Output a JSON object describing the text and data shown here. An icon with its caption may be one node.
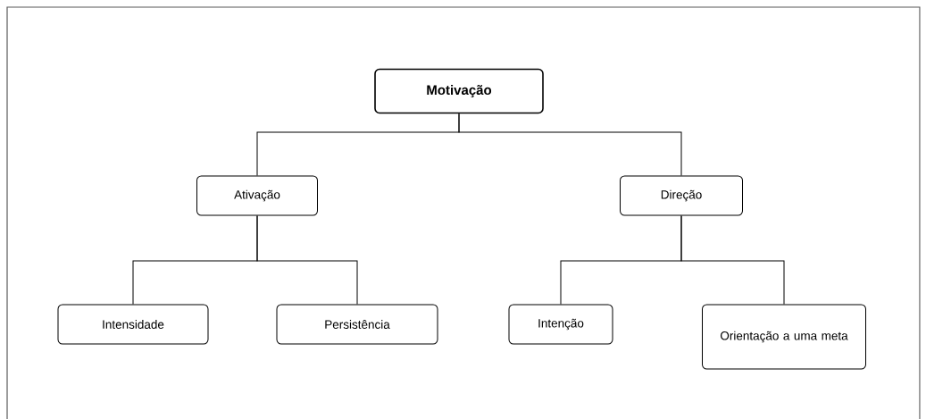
{
  "diagram": {
    "nodes": [
      {
        "text": [
          "**Motivação**"
        ]
      },
      {
        "text": [
          "Ativação"
        ]
      },
      {
        "text": [
          "Direção"
        ]
      },
      {
        "text": [
          "Intensidade"
        ]
      },
      {
        "text": [
          "Persistência"
        ]
      },
      {
        "text": [
          "Intenção"
        ]
      },
      {
        "text": [
          "Orientação a uma meta"
        ]
      }
    ],
    "edges": [
      {
        "from": 0,
        "to": 1,
        "arrow": "none"
      },
      {
        "from": 0,
        "to": 2,
        "arrow": "none"
      },
      {
        "from": 1,
        "to": 3,
        "arrow": "none"
      },
      {
        "from": 1,
        "to": 4,
        "arrow": "none"
      },
      {
        "from": 2,
        "to": 5,
        "arrow": "none"
      },
      {
        "from": 2,
        "to": 6,
        "arrow": "none"
      }
    ]
  }
}
